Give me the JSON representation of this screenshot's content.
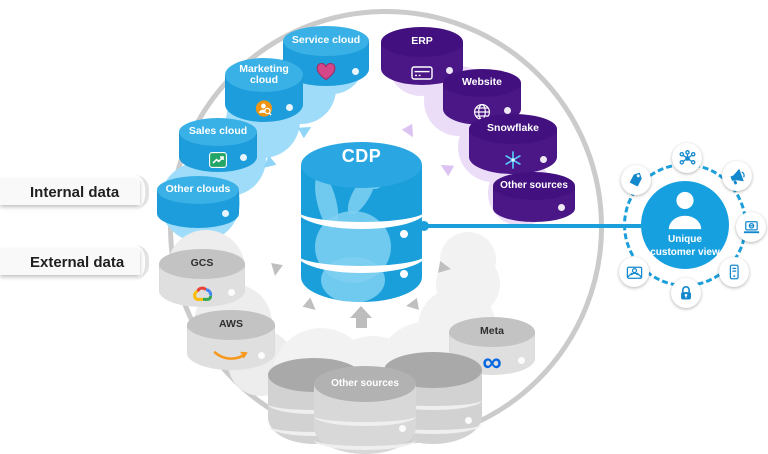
{
  "ribbons": {
    "internal": "Internal data",
    "external": "External data"
  },
  "cdp": {
    "label": "CDP"
  },
  "internal_sources": [
    {
      "label": "Service cloud",
      "icon": "heart-icon"
    },
    {
      "label": "Marketing cloud",
      "icon": "person-search-icon"
    },
    {
      "label": "Sales cloud",
      "icon": "sales-chart-icon"
    },
    {
      "label": "Other clouds",
      "icon": ""
    }
  ],
  "business_sources": [
    {
      "label": "ERP",
      "icon": "card-icon"
    },
    {
      "label": "Website",
      "icon": "globe-icon"
    },
    {
      "label": "Snowflake",
      "icon": "snowflake-icon"
    },
    {
      "label": "Other sources",
      "icon": ""
    }
  ],
  "external_sources": [
    {
      "label": "GCS",
      "icon": "google-cloud-icon"
    },
    {
      "label": "AWS",
      "icon": "aws-smile-icon"
    },
    {
      "label": "Meta",
      "icon": "meta-infinity-icon"
    },
    {
      "label": "Other sources",
      "icon": ""
    }
  ],
  "customer_view": {
    "label": "Unique customer view",
    "satellite_icons": [
      "share-network-icon",
      "tag-icon",
      "megaphone-icon",
      "laptop-icon",
      "phone-icon",
      "lock-icon",
      "email-contact-icon"
    ]
  },
  "icons": {
    "meta_glyph": "∞"
  },
  "colors": {
    "blue": "#1e9ddc",
    "light_blue_trail": "#9edcfa",
    "purple": "#4b1787",
    "light_purple_trail": "#ebdcf8",
    "gray": "#dfdfdf",
    "accent": "#1b9fdb",
    "circle_gray": "#cbcbcb"
  }
}
